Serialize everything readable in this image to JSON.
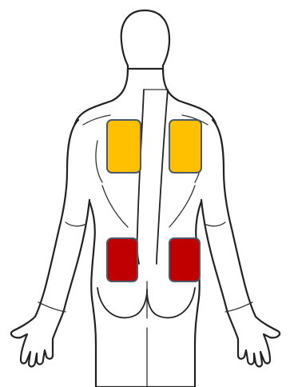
{
  "figure": {
    "icons": [
      "human-back-outline",
      "electrode-pad"
    ],
    "pads": {
      "upper": {
        "color": "#FFC000",
        "count": 2
      },
      "lower": {
        "color": "#C00000",
        "count": 2
      }
    }
  }
}
